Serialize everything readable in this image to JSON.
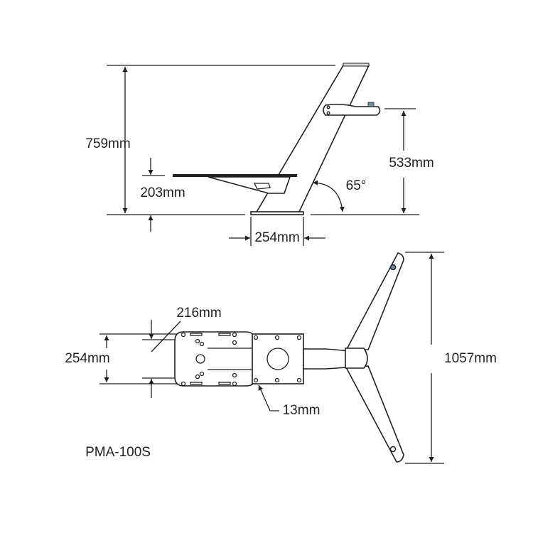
{
  "side_view": {
    "overall_height": "759mm",
    "platform_height": "203mm",
    "transducer_height": "533mm",
    "angle": "65°",
    "base_width": "254mm"
  },
  "top_view": {
    "plate_width": "254mm",
    "hole_spacing": "216mm",
    "hole_diameter": "13mm",
    "span": "1057mm"
  },
  "model": "PMA-100S"
}
